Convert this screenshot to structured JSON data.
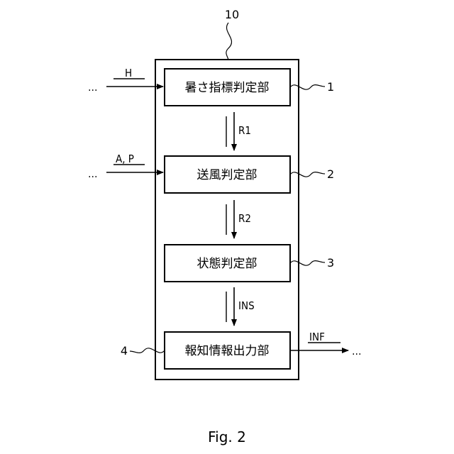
{
  "diagram": {
    "device_ref": "10",
    "blocks": [
      {
        "ref": "1",
        "label": "暑さ指標判定部"
      },
      {
        "ref": "2",
        "label": "送風判定部"
      },
      {
        "ref": "3",
        "label": "状態判定部"
      },
      {
        "ref": "4",
        "label": "報知情報出力部"
      }
    ],
    "inputs": [
      {
        "label": "H",
        "ellipsis": "…"
      },
      {
        "label": "A, P",
        "ellipsis": "…"
      }
    ],
    "signals": [
      {
        "label": "R1"
      },
      {
        "label": "R2"
      },
      {
        "label": "INS"
      }
    ],
    "output": {
      "label": "INF",
      "ellipsis": "…"
    },
    "caption": "Fig. 2"
  },
  "colors": {
    "line": "#000000",
    "background": "#ffffff"
  }
}
